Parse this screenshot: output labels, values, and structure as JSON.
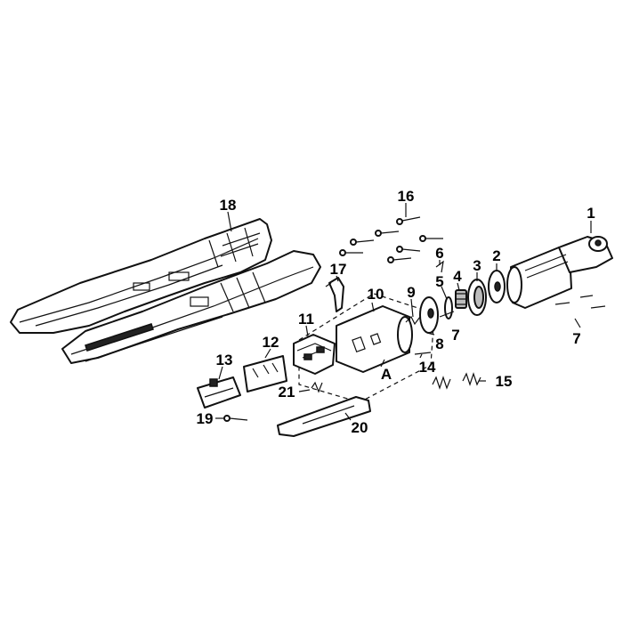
{
  "callouts": {
    "c1": "1",
    "c2": "2",
    "c3": "3",
    "c4": "4",
    "c5": "5",
    "c6": "6",
    "c7a": "7",
    "c7b": "7",
    "c8": "8",
    "c9": "9",
    "c10": "10",
    "c11": "11",
    "c12": "12",
    "c13": "13",
    "c14": "14",
    "c15": "15",
    "c16": "16",
    "c17": "17",
    "c18": "18",
    "c19": "19",
    "c20": "20",
    "c21": "21",
    "cA": "A"
  },
  "colors": {
    "line": "#111111",
    "background": "#ffffff",
    "shade": "#bdbdbd"
  }
}
